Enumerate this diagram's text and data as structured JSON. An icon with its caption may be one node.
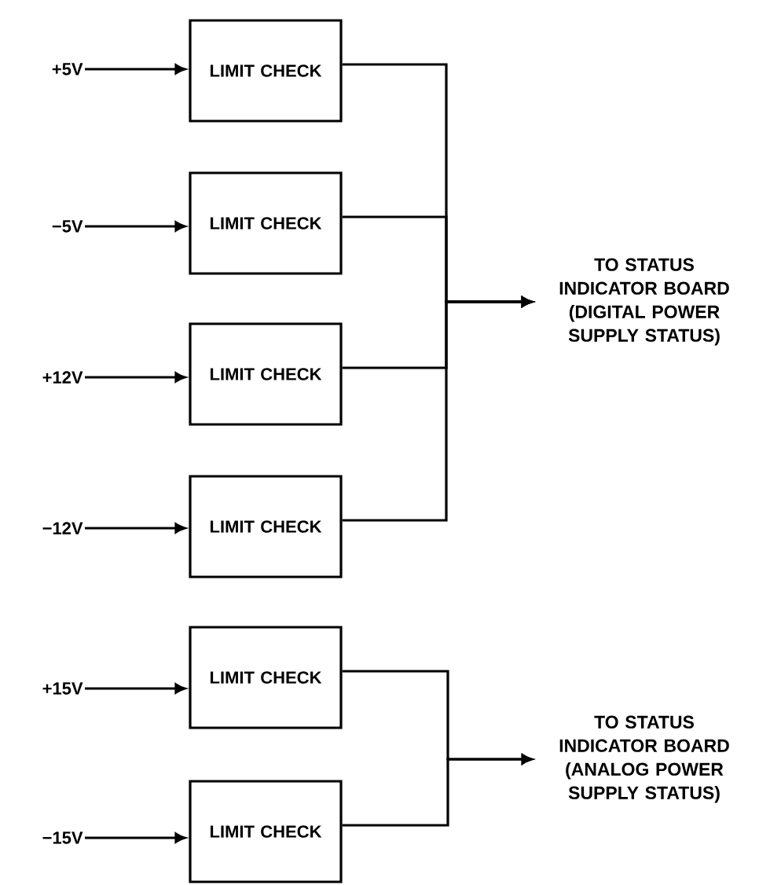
{
  "diagram": {
    "nodes": [
      {
        "text": [
          "+5V"
        ]
      },
      {
        "text": [
          "LIMIT CHECK"
        ]
      },
      {
        "text": [
          "−5V"
        ]
      },
      {
        "text": [
          "LIMIT CHECK"
        ]
      },
      {
        "text": [
          "+12V"
        ]
      },
      {
        "text": [
          "LIMIT CHECK"
        ]
      },
      {
        "text": [
          "−12V"
        ]
      },
      {
        "text": [
          "LIMIT CHECK"
        ]
      },
      {
        "text": [
          "TO STATUS INDICATOR BOARD (DIGITAL POWER SUPPLY STATUS)"
        ]
      },
      {
        "text": [
          "+15V"
        ]
      },
      {
        "text": [
          "LIMIT CHECK"
        ]
      },
      {
        "text": [
          "−15V"
        ]
      },
      {
        "text": [
          "LIMIT CHECK"
        ]
      },
      {
        "text": [
          "TO STATUS INDICATOR BOARD (ANALOG POWER SUPPLY STATUS)"
        ]
      }
    ],
    "edges": [
      {
        "from": 0,
        "to": 1,
        "arrow": "to"
      },
      {
        "from": 2,
        "to": 3,
        "arrow": "to"
      },
      {
        "from": 4,
        "to": 5,
        "arrow": "to"
      },
      {
        "from": 6,
        "to": 7,
        "arrow": "to"
      },
      {
        "from": 1,
        "to": 8,
        "arrow": "to"
      },
      {
        "from": 3,
        "to": 8,
        "arrow": "to"
      },
      {
        "from": 5,
        "to": 8,
        "arrow": "to"
      },
      {
        "from": 7,
        "to": 8,
        "arrow": "to"
      },
      {
        "from": 9,
        "to": 10,
        "arrow": "to"
      },
      {
        "from": 11,
        "to": 12,
        "arrow": "to"
      },
      {
        "from": 10,
        "to": 13,
        "arrow": "to"
      },
      {
        "from": 12,
        "to": 13,
        "arrow": "to"
      }
    ]
  }
}
